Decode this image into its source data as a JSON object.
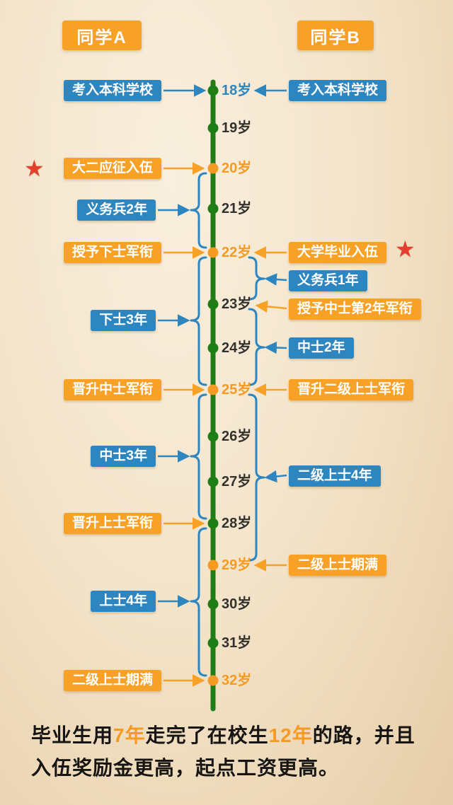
{
  "headers": {
    "student_a": "同学A",
    "student_b": "同学B"
  },
  "colors": {
    "accent_orange": "#f7a127",
    "accent_blue": "#2e86c1",
    "timeline_green": "#1e7d14",
    "star_red": "#e2402c",
    "age_dark_text": "#33312e",
    "background": "#f4e5cb"
  },
  "icons": {
    "star": "★"
  },
  "timeline": {
    "ages": [
      {
        "label": "18岁",
        "text_color": "blue",
        "dot": "green"
      },
      {
        "label": "19岁",
        "text_color": "dark",
        "dot": "green"
      },
      {
        "label": "20岁",
        "text_color": "orange",
        "dot": "orange"
      },
      {
        "label": "21岁",
        "text_color": "dark",
        "dot": "green"
      },
      {
        "label": "22岁",
        "text_color": "orange",
        "dot": "orange"
      },
      {
        "label": "23岁",
        "text_color": "dark",
        "dot": "green"
      },
      {
        "label": "24岁",
        "text_color": "dark",
        "dot": "green"
      },
      {
        "label": "25岁",
        "text_color": "orange",
        "dot": "orange"
      },
      {
        "label": "26岁",
        "text_color": "dark",
        "dot": "green"
      },
      {
        "label": "27岁",
        "text_color": "dark",
        "dot": "green"
      },
      {
        "label": "28岁",
        "text_color": "dark",
        "dot": "green"
      },
      {
        "label": "29岁",
        "text_color": "orange",
        "dot": "orange"
      },
      {
        "label": "30岁",
        "text_color": "dark",
        "dot": "green"
      },
      {
        "label": "31岁",
        "text_color": "dark",
        "dot": "green"
      },
      {
        "label": "32岁",
        "text_color": "orange",
        "dot": "orange"
      }
    ]
  },
  "student_a_events": [
    {
      "label": "考入本科学校",
      "style": "blue",
      "target": "18岁",
      "star": false
    },
    {
      "label": "大二应征入伍",
      "style": "orange",
      "target": "20岁",
      "star": true
    },
    {
      "label": "义务兵2年",
      "style": "blue",
      "target": "20岁-22岁",
      "star": false
    },
    {
      "label": "授予下士军衔",
      "style": "orange",
      "target": "22岁",
      "star": false
    },
    {
      "label": "下士3年",
      "style": "blue",
      "target": "22岁-25岁",
      "star": false
    },
    {
      "label": "晋升中士军衔",
      "style": "orange",
      "target": "25岁",
      "star": false
    },
    {
      "label": "中士3年",
      "style": "blue",
      "target": "25岁-28岁",
      "star": false
    },
    {
      "label": "晋升上士军衔",
      "style": "orange",
      "target": "28岁",
      "star": false
    },
    {
      "label": "上士4年",
      "style": "blue",
      "target": "28岁-32岁",
      "star": false
    },
    {
      "label": "二级上士期满",
      "style": "orange",
      "target": "32岁",
      "star": false
    }
  ],
  "student_b_events": [
    {
      "label": "考入本科学校",
      "style": "blue",
      "target": "18岁",
      "star": false
    },
    {
      "label": "大学毕业入伍",
      "style": "orange",
      "target": "22岁",
      "star": true
    },
    {
      "label": "义务兵1年",
      "style": "blue",
      "target": "22岁-23岁",
      "star": false
    },
    {
      "label": "授予中士第2年军衔",
      "style": "orange",
      "target": "23岁",
      "star": false
    },
    {
      "label": "中士2年",
      "style": "blue",
      "target": "23岁-25岁",
      "star": false
    },
    {
      "label": "晋升二级上士军衔",
      "style": "orange",
      "target": "25岁",
      "star": false
    },
    {
      "label": "二级上士4年",
      "style": "blue",
      "target": "25岁-29岁",
      "star": false
    },
    {
      "label": "二级上士期满",
      "style": "orange",
      "target": "29岁",
      "star": false
    }
  ],
  "footer": {
    "segments": [
      {
        "text": "毕业生用",
        "color": "dark"
      },
      {
        "text": "7年",
        "color": "orange"
      },
      {
        "text": "走完了在校生",
        "color": "dark"
      },
      {
        "text": "12年",
        "color": "orange"
      },
      {
        "text": "的路，并且",
        "color": "dark"
      }
    ],
    "line2": "入伍奖励金更高，起点工资更高。"
  }
}
